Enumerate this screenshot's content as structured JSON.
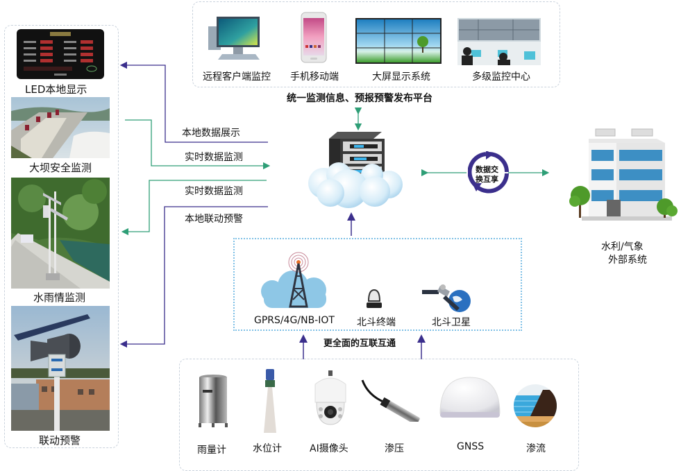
{
  "platform": {
    "title": "统一监测信息、预报预警发布平台",
    "items": [
      {
        "label": "远程客户端监控",
        "icon": "desktop-monitor-icon"
      },
      {
        "label": "手机移动端",
        "icon": "mobile-phone-icon"
      },
      {
        "label": "大屏显示系统",
        "icon": "video-wall-icon"
      },
      {
        "label": "多级监控中心",
        "icon": "control-center-icon"
      }
    ]
  },
  "local": {
    "items": [
      {
        "label": "LED本地显示",
        "icon": "led-display-icon"
      },
      {
        "label": "大坝安全监测",
        "icon": "dam-photo-icon"
      },
      {
        "label": "水雨情监测",
        "icon": "hydrology-station-icon"
      },
      {
        "label": "联动预警",
        "icon": "warning-loudspeaker-icon"
      }
    ]
  },
  "flows": {
    "local_display": "本地数据展示",
    "realtime_monitor_1": "实时数据监测",
    "realtime_monitor_2": "实时数据监测",
    "linkage_warning": "本地联动预警"
  },
  "center": {
    "icon": "cloud-server-icon"
  },
  "exchange": {
    "label_line1": "数据交",
    "label_line2": "换互享",
    "icon": "cycle-arrows-icon"
  },
  "external": {
    "label_line1": "水利/气象",
    "label_line2": "外部系统",
    "icon": "office-building-icon"
  },
  "network": {
    "caption": "更全面的互联互通",
    "items": [
      {
        "label": "GPRS/4G/NB-IOT",
        "icon": "cell-tower-icon"
      },
      {
        "label": "北斗终端",
        "icon": "beidou-terminal-icon"
      },
      {
        "label": "北斗卫星",
        "icon": "satellite-icon"
      }
    ]
  },
  "sensors": {
    "items": [
      {
        "label": "雨量计",
        "icon": "rain-gauge-icon"
      },
      {
        "label": "水位计",
        "icon": "water-level-meter-icon"
      },
      {
        "label": "AI摄像头",
        "icon": "ai-camera-icon"
      },
      {
        "label": "渗压",
        "icon": "piezometer-icon"
      },
      {
        "label": "GNSS",
        "icon": "gnss-dome-icon"
      },
      {
        "label": "渗流",
        "icon": "seepage-icon"
      }
    ]
  },
  "colors": {
    "green_arrow": "#2e9e76",
    "purple_arrow": "#3b2f8c",
    "dash_border": "#c9d2dc",
    "dot_border": "#7fc0e6"
  }
}
